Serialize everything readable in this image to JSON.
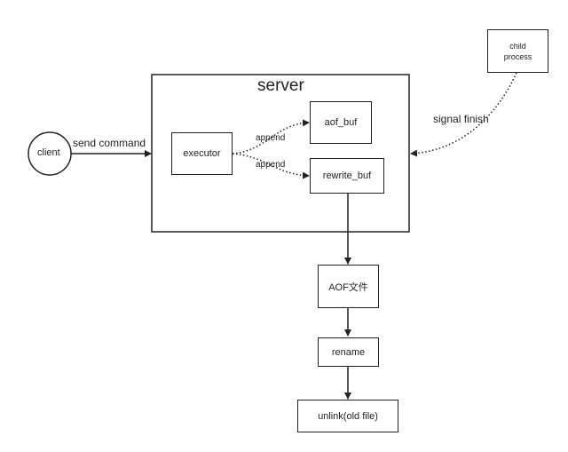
{
  "nodes": {
    "server": "server",
    "client": "client",
    "executor": "executor",
    "aof_buf": "aof_buf",
    "rewrite_buf": "rewrite_buf",
    "aof_file": "AOF文件",
    "rename": "rename",
    "unlink": "unlink(old file)",
    "child_process": "child\nprocess"
  },
  "edges": {
    "send_command": "send command",
    "append_top": "append",
    "append_bottom": "append",
    "signal_finish": "signal finish"
  }
}
